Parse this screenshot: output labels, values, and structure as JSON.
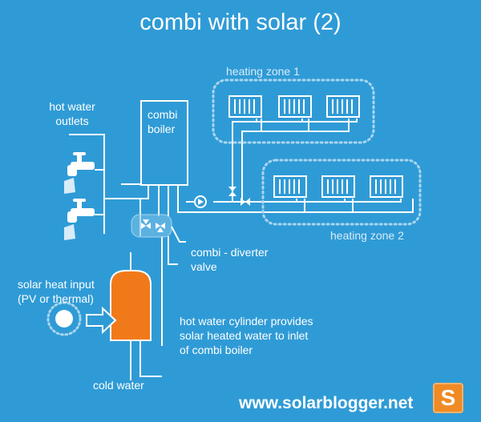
{
  "title": "combi with solar (2)",
  "labels": {
    "hot_water_outlets": [
      "hot water",
      "outlets"
    ],
    "combi_boiler": [
      "combi",
      "boiler"
    ],
    "heating_zone_1": "heating zone 1",
    "heating_zone_2": "heating zone 2",
    "diverter_valve": [
      "combi - diverter",
      "valve"
    ],
    "solar_heat_input": [
      "solar heat input",
      "(PV or  thermal)"
    ],
    "cylinder_note": [
      "hot water cylinder provides",
      "solar heated water to inlet",
      "of combi boiler"
    ],
    "cold_water": "cold water"
  },
  "website": "www.solarblogger.net",
  "logo_letter": "S",
  "colors": {
    "background": "#2f9bd6",
    "line": "#ffffff",
    "cylinder": "#f07a1a",
    "zone_border": "#a9d6f0",
    "logo": "#f08a24"
  },
  "icons": [
    "tap-icon",
    "radiator-icon",
    "pump-icon",
    "valve-icon",
    "sun-icon",
    "arrow-icon"
  ]
}
